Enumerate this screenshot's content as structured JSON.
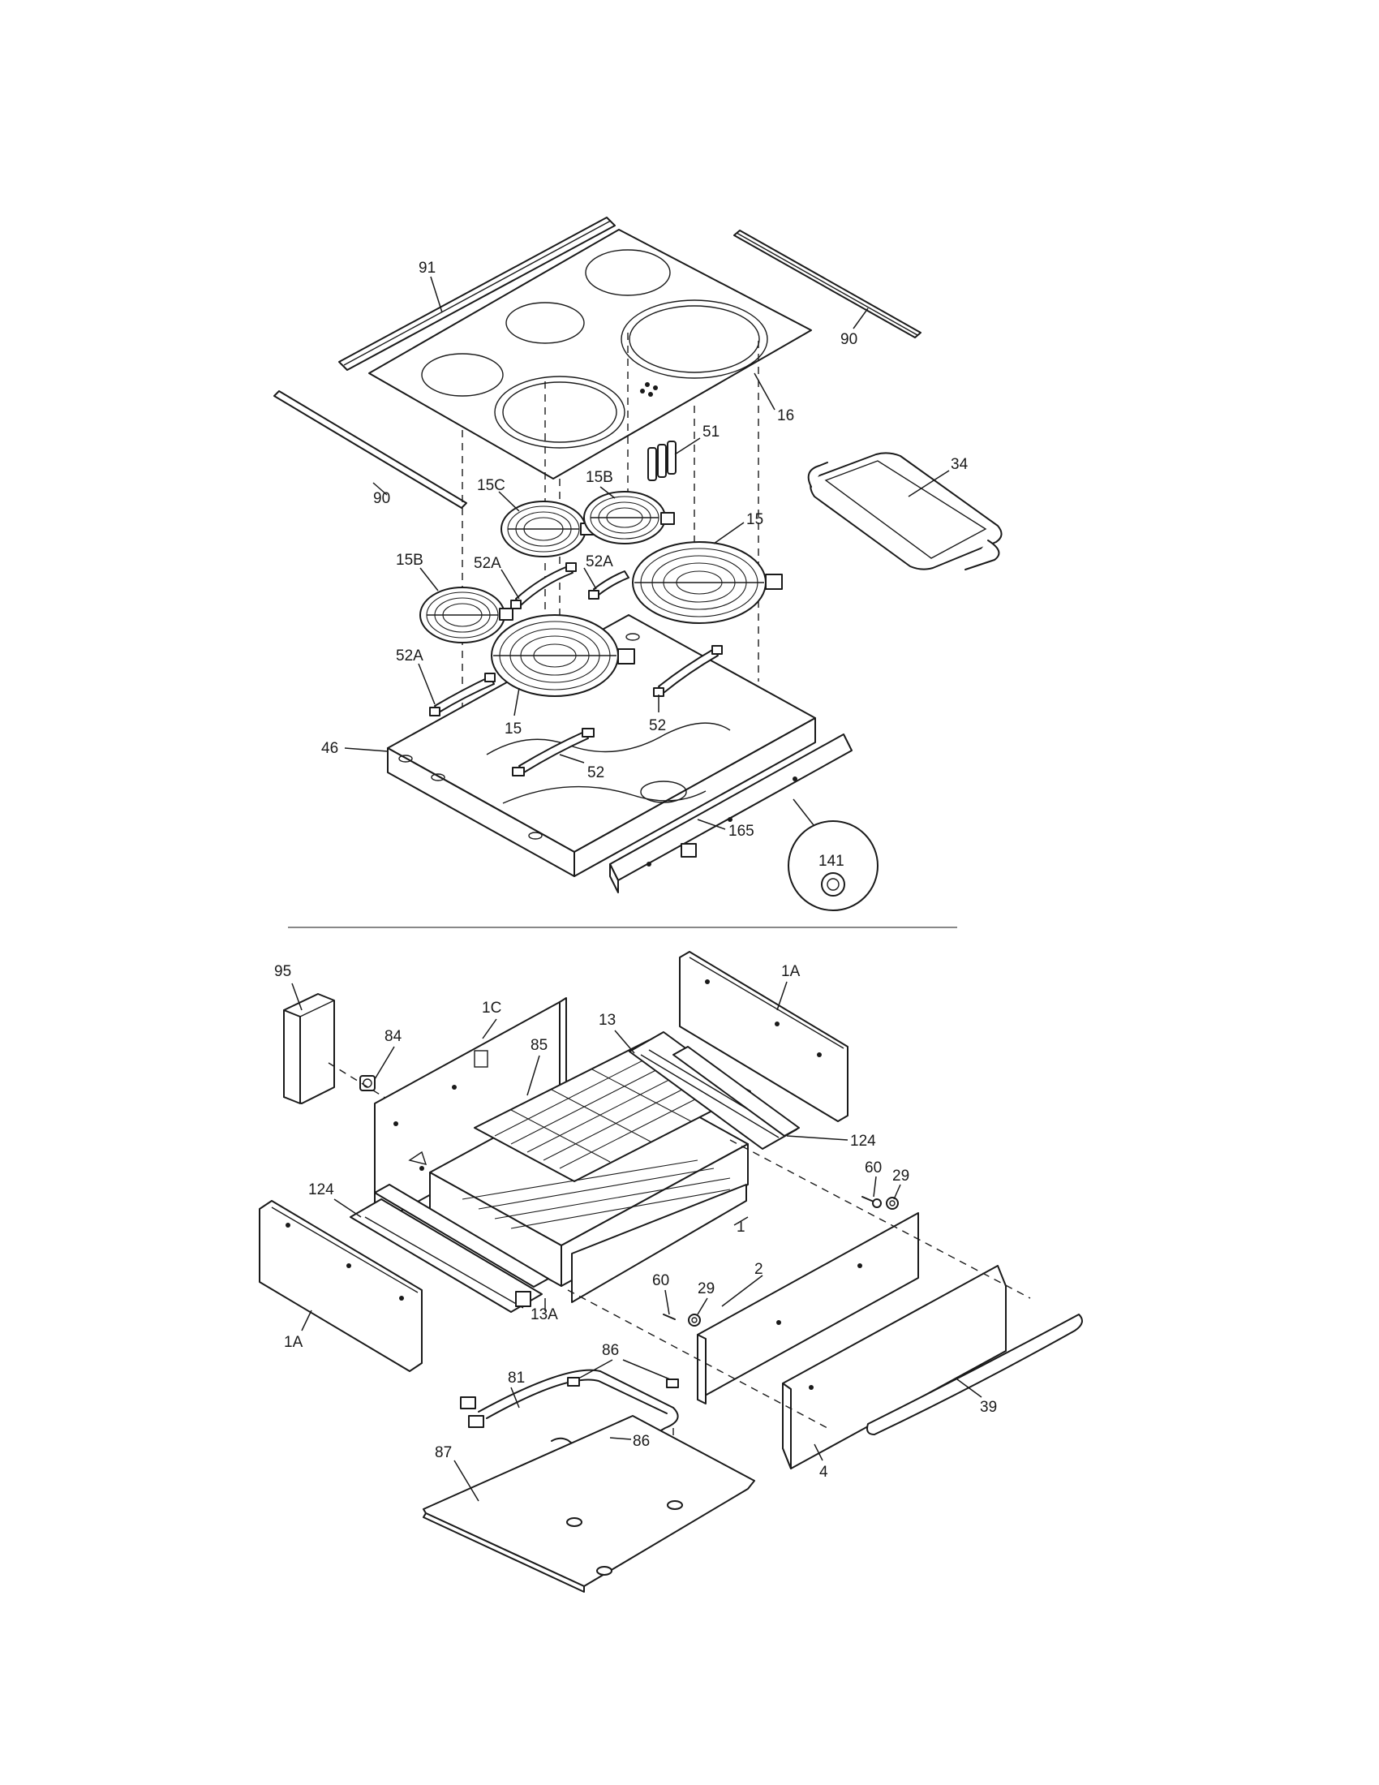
{
  "callouts": [
    {
      "id": "91",
      "text": "91"
    },
    {
      "id": "90a",
      "text": "90"
    },
    {
      "id": "16",
      "text": "16"
    },
    {
      "id": "90b",
      "text": "90"
    },
    {
      "id": "51",
      "text": "51"
    },
    {
      "id": "34",
      "text": "34"
    },
    {
      "id": "15C",
      "text": "15C"
    },
    {
      "id": "15Ba",
      "text": "15B"
    },
    {
      "id": "15a",
      "text": "15"
    },
    {
      "id": "15Bb",
      "text": "15B"
    },
    {
      "id": "52Aa",
      "text": "52A"
    },
    {
      "id": "52Ab",
      "text": "52A"
    },
    {
      "id": "52Ac",
      "text": "52A"
    },
    {
      "id": "15b",
      "text": "15"
    },
    {
      "id": "52a",
      "text": "52"
    },
    {
      "id": "52b",
      "text": "52"
    },
    {
      "id": "46",
      "text": "46"
    },
    {
      "id": "165",
      "text": "165"
    },
    {
      "id": "141",
      "text": "141"
    },
    {
      "id": "95",
      "text": "95"
    },
    {
      "id": "84",
      "text": "84"
    },
    {
      "id": "1C",
      "text": "1C"
    },
    {
      "id": "85",
      "text": "85"
    },
    {
      "id": "13",
      "text": "13"
    },
    {
      "id": "1Aa",
      "text": "1A"
    },
    {
      "id": "124a",
      "text": "124"
    },
    {
      "id": "60a",
      "text": "60"
    },
    {
      "id": "29a",
      "text": "29"
    },
    {
      "id": "124b",
      "text": "124"
    },
    {
      "id": "1",
      "text": "1"
    },
    {
      "id": "2",
      "text": "2"
    },
    {
      "id": "60b",
      "text": "60"
    },
    {
      "id": "29b",
      "text": "29"
    },
    {
      "id": "13A",
      "text": "13A"
    },
    {
      "id": "1Ab",
      "text": "1A"
    },
    {
      "id": "86a",
      "text": "86"
    },
    {
      "id": "81",
      "text": "81"
    },
    {
      "id": "86b",
      "text": "86"
    },
    {
      "id": "39",
      "text": "39"
    },
    {
      "id": "87",
      "text": "87"
    },
    {
      "id": "4",
      "text": "4"
    }
  ]
}
